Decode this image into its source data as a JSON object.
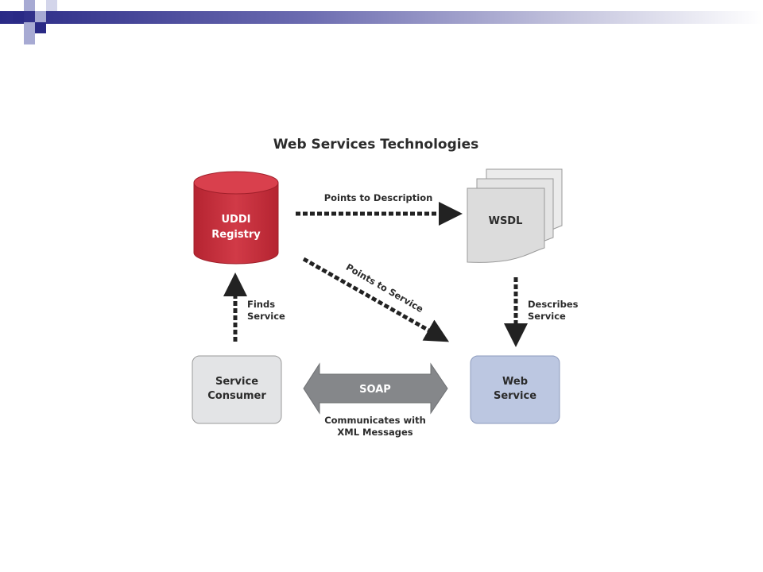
{
  "diagram": {
    "title": "Web Services Technologies",
    "nodes": {
      "uddi": {
        "line1": "UDDI",
        "line2": "Registry"
      },
      "wsdl": {
        "label": "WSDL"
      },
      "consumer": {
        "line1": "Service",
        "line2": "Consumer"
      },
      "web_service": {
        "line1": "Web",
        "line2": "Service"
      },
      "soap": {
        "label": "SOAP"
      }
    },
    "edges": {
      "points_to_description": "Points to Description",
      "points_to_service": "Points to Service",
      "finds_service": {
        "line1": "Finds",
        "line2": "Service"
      },
      "describes_service": {
        "line1": "Describes",
        "line2": "Service"
      },
      "communicates": {
        "line1": "Communicates with",
        "line2": "XML Messages"
      }
    }
  },
  "colors": {
    "uddi_red": "#c8313e",
    "consumer_gray": "#e3e4e6",
    "web_service_blue": "#bcc7e1",
    "soap_gray": "#85878a",
    "arrow_dark": "#222222",
    "header_navy": "#2a2a86",
    "header_light": "#9fa3cf"
  }
}
